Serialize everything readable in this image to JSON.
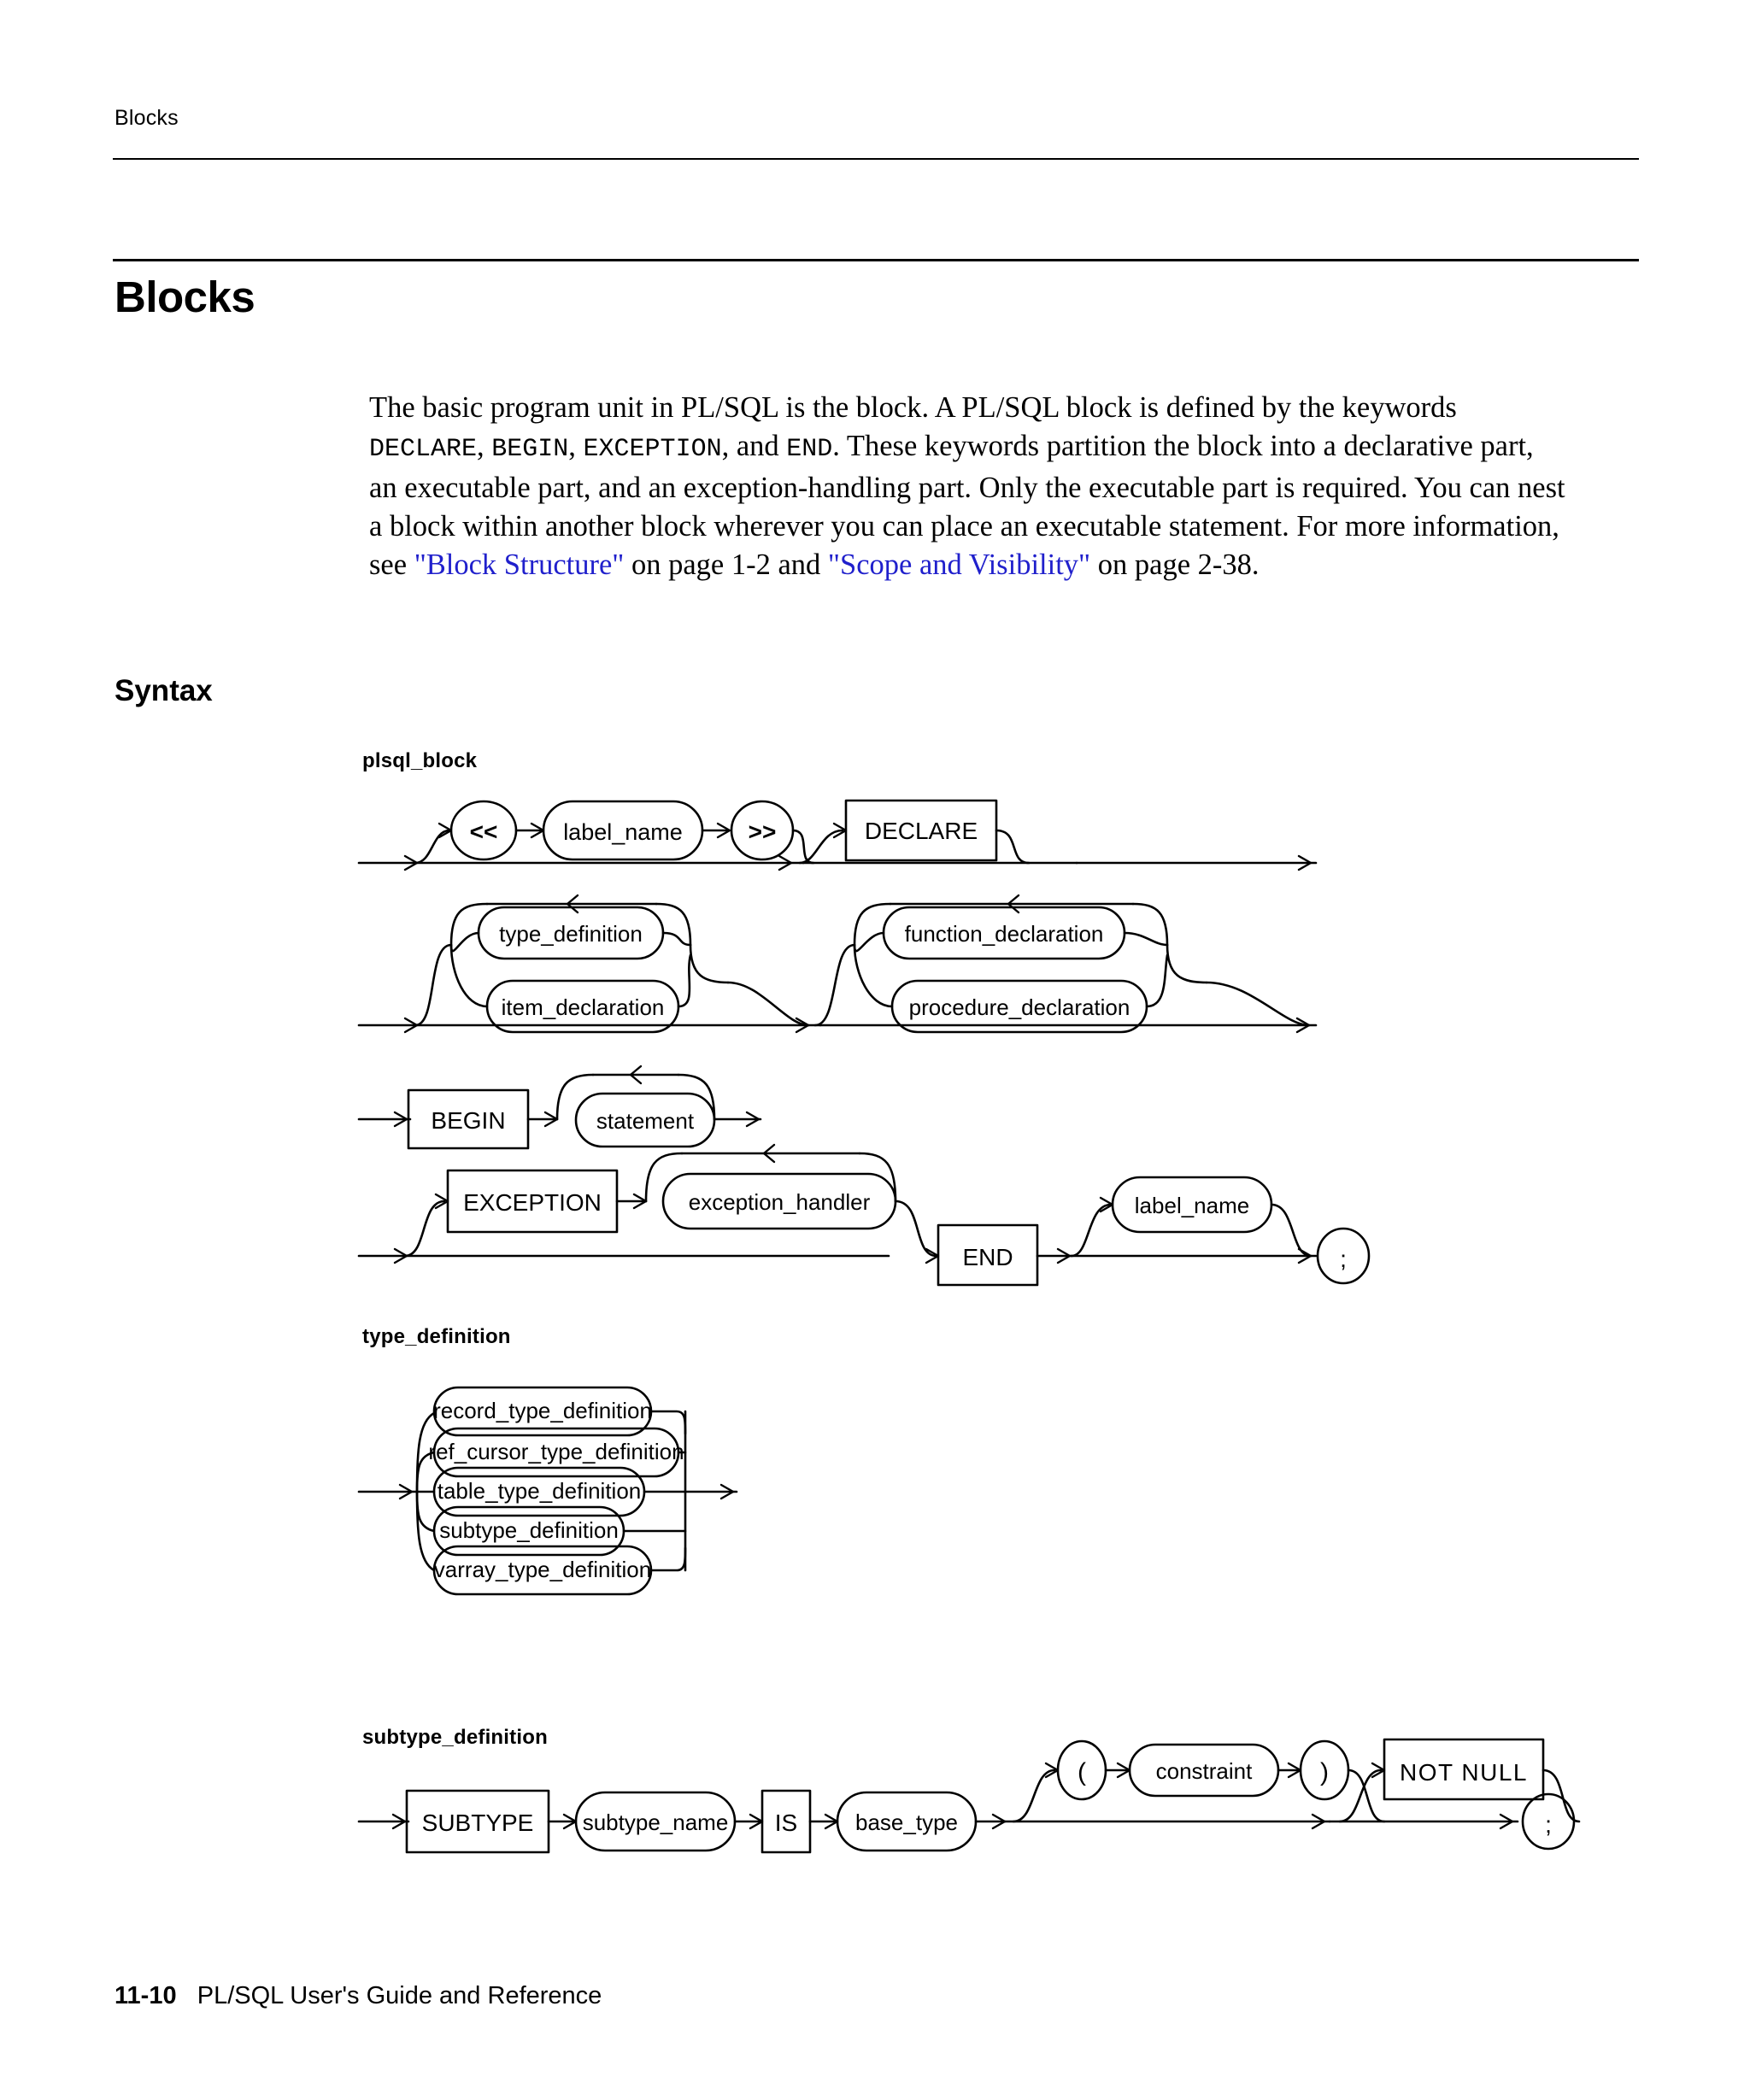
{
  "page": {
    "running_head": "Blocks",
    "chapter_title": "Blocks",
    "syntax_heading": "Syntax",
    "footer_page_number": "11-10",
    "footer_book_title": "PL/SQL User's Guide and Reference",
    "link_color": "#2020cc",
    "text_color": "#000000",
    "background_color": "#ffffff"
  },
  "body": {
    "part1": "The basic program unit in PL/SQL is the block. A PL/SQL block is defined by the keywords ",
    "kw_declare": "DECLARE",
    "sep1": ", ",
    "kw_begin": "BEGIN",
    "sep2": ", ",
    "kw_exception": "EXCEPTION",
    "sep3": ", and ",
    "kw_end": "END",
    "part2": ". These keywords partition the block into a declarative part, an executable part, and an exception-handling part. Only the executable part is required. You can nest a block within another block wherever you can place an executable statement. For more information, see ",
    "link1": "\"Block Structure\"",
    "mid1": " on page 1-2 and ",
    "link2": "\"Scope and Visibility\"",
    "mid2": " on page 2-38."
  },
  "diagrams": [
    {
      "name": "plsql_block",
      "label": "plsql_block",
      "rows": [
        {
          "id": "row-label-declare",
          "items": [
            "<<",
            "label_name",
            ">>",
            "DECLARE"
          ]
        },
        {
          "id": "row-declarations",
          "items": [
            "type_definition",
            "item_declaration",
            "function_declaration",
            "procedure_declaration"
          ]
        },
        {
          "id": "row-begin",
          "items": [
            "BEGIN",
            "statement"
          ]
        },
        {
          "id": "row-exception-end",
          "items": [
            "EXCEPTION",
            "exception_handler",
            "END",
            "label_name",
            ";"
          ]
        }
      ],
      "keywords": [
        "DECLARE",
        "BEGIN",
        "EXCEPTION",
        "END"
      ],
      "nonterminals": [
        "label_name",
        "type_definition",
        "item_declaration",
        "function_declaration",
        "procedure_declaration",
        "statement",
        "exception_handler"
      ],
      "terminals": [
        "<<",
        ">>",
        ";"
      ]
    },
    {
      "name": "type_definition",
      "label": "type_definition",
      "alternatives": [
        "record_type_definition",
        "ref_cursor_type_definition",
        "table_type_definition",
        "subtype_definition",
        "varray_type_definition"
      ]
    },
    {
      "name": "subtype_definition",
      "label": "subtype_definition",
      "sequence": [
        "SUBTYPE",
        "subtype_name",
        "IS",
        "base_type",
        "(",
        "constraint",
        ")",
        "NOT NULL",
        ";"
      ],
      "keywords": [
        "SUBTYPE",
        "IS",
        "NOT NULL"
      ],
      "nonterminals": [
        "subtype_name",
        "base_type",
        "constraint"
      ],
      "terminals": [
        "(",
        ")",
        ";"
      ]
    }
  ],
  "labels": {
    "lt_lt": "<<",
    "gt_gt": ">>",
    "label_name": "label_name",
    "declare": "DECLARE",
    "type_definition": "type_definition",
    "item_declaration": "item_declaration",
    "function_declaration": "function_declaration",
    "procedure_declaration": "procedure_declaration",
    "begin": "BEGIN",
    "statement": "statement",
    "exception": "EXCEPTION",
    "exception_handler": "exception_handler",
    "end": "END",
    "semicolon": ";",
    "record_type_definition": "record_type_definition",
    "ref_cursor_type_definition": "ref_cursor_type_definition",
    "table_type_definition": "table_type_definition",
    "subtype_definition": "subtype_definition",
    "varray_type_definition": "varray_type_definition",
    "subtype": "SUBTYPE",
    "subtype_name": "subtype_name",
    "is": "IS",
    "base_type": "base_type",
    "paren_open": "(",
    "constraint": "constraint",
    "paren_close": ")",
    "not_null": "NOT NULL",
    "label_plsql_block": "plsql_block",
    "label_type_definition": "type_definition",
    "label_subtype_definition": "subtype_definition"
  }
}
